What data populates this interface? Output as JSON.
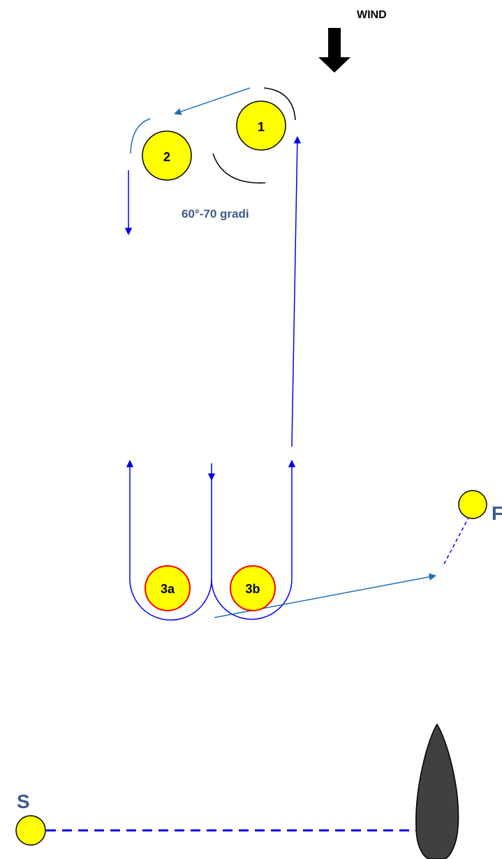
{
  "wind": {
    "label": "WIND"
  },
  "angle_label": "60°-70 gradi",
  "marks": {
    "m1": {
      "label": "1"
    },
    "m2": {
      "label": "2"
    },
    "m3a": {
      "label": "3a"
    },
    "m3b": {
      "label": "3b"
    }
  },
  "start_line": {
    "pin_label": "S",
    "finish_pin_label": "F"
  },
  "colors": {
    "mark_fill": "#ffff00",
    "mark_outline_dark": "#000000",
    "gate_outline": "#ff0000",
    "course_line": "#0000ee",
    "leg_arrow": "#1f6fb5",
    "label_blue": "#3c5a8c",
    "committee_boat": "#404040"
  },
  "icons": {
    "wind_arrow": "down-arrow-icon",
    "committee_boat": "boat-icon"
  }
}
